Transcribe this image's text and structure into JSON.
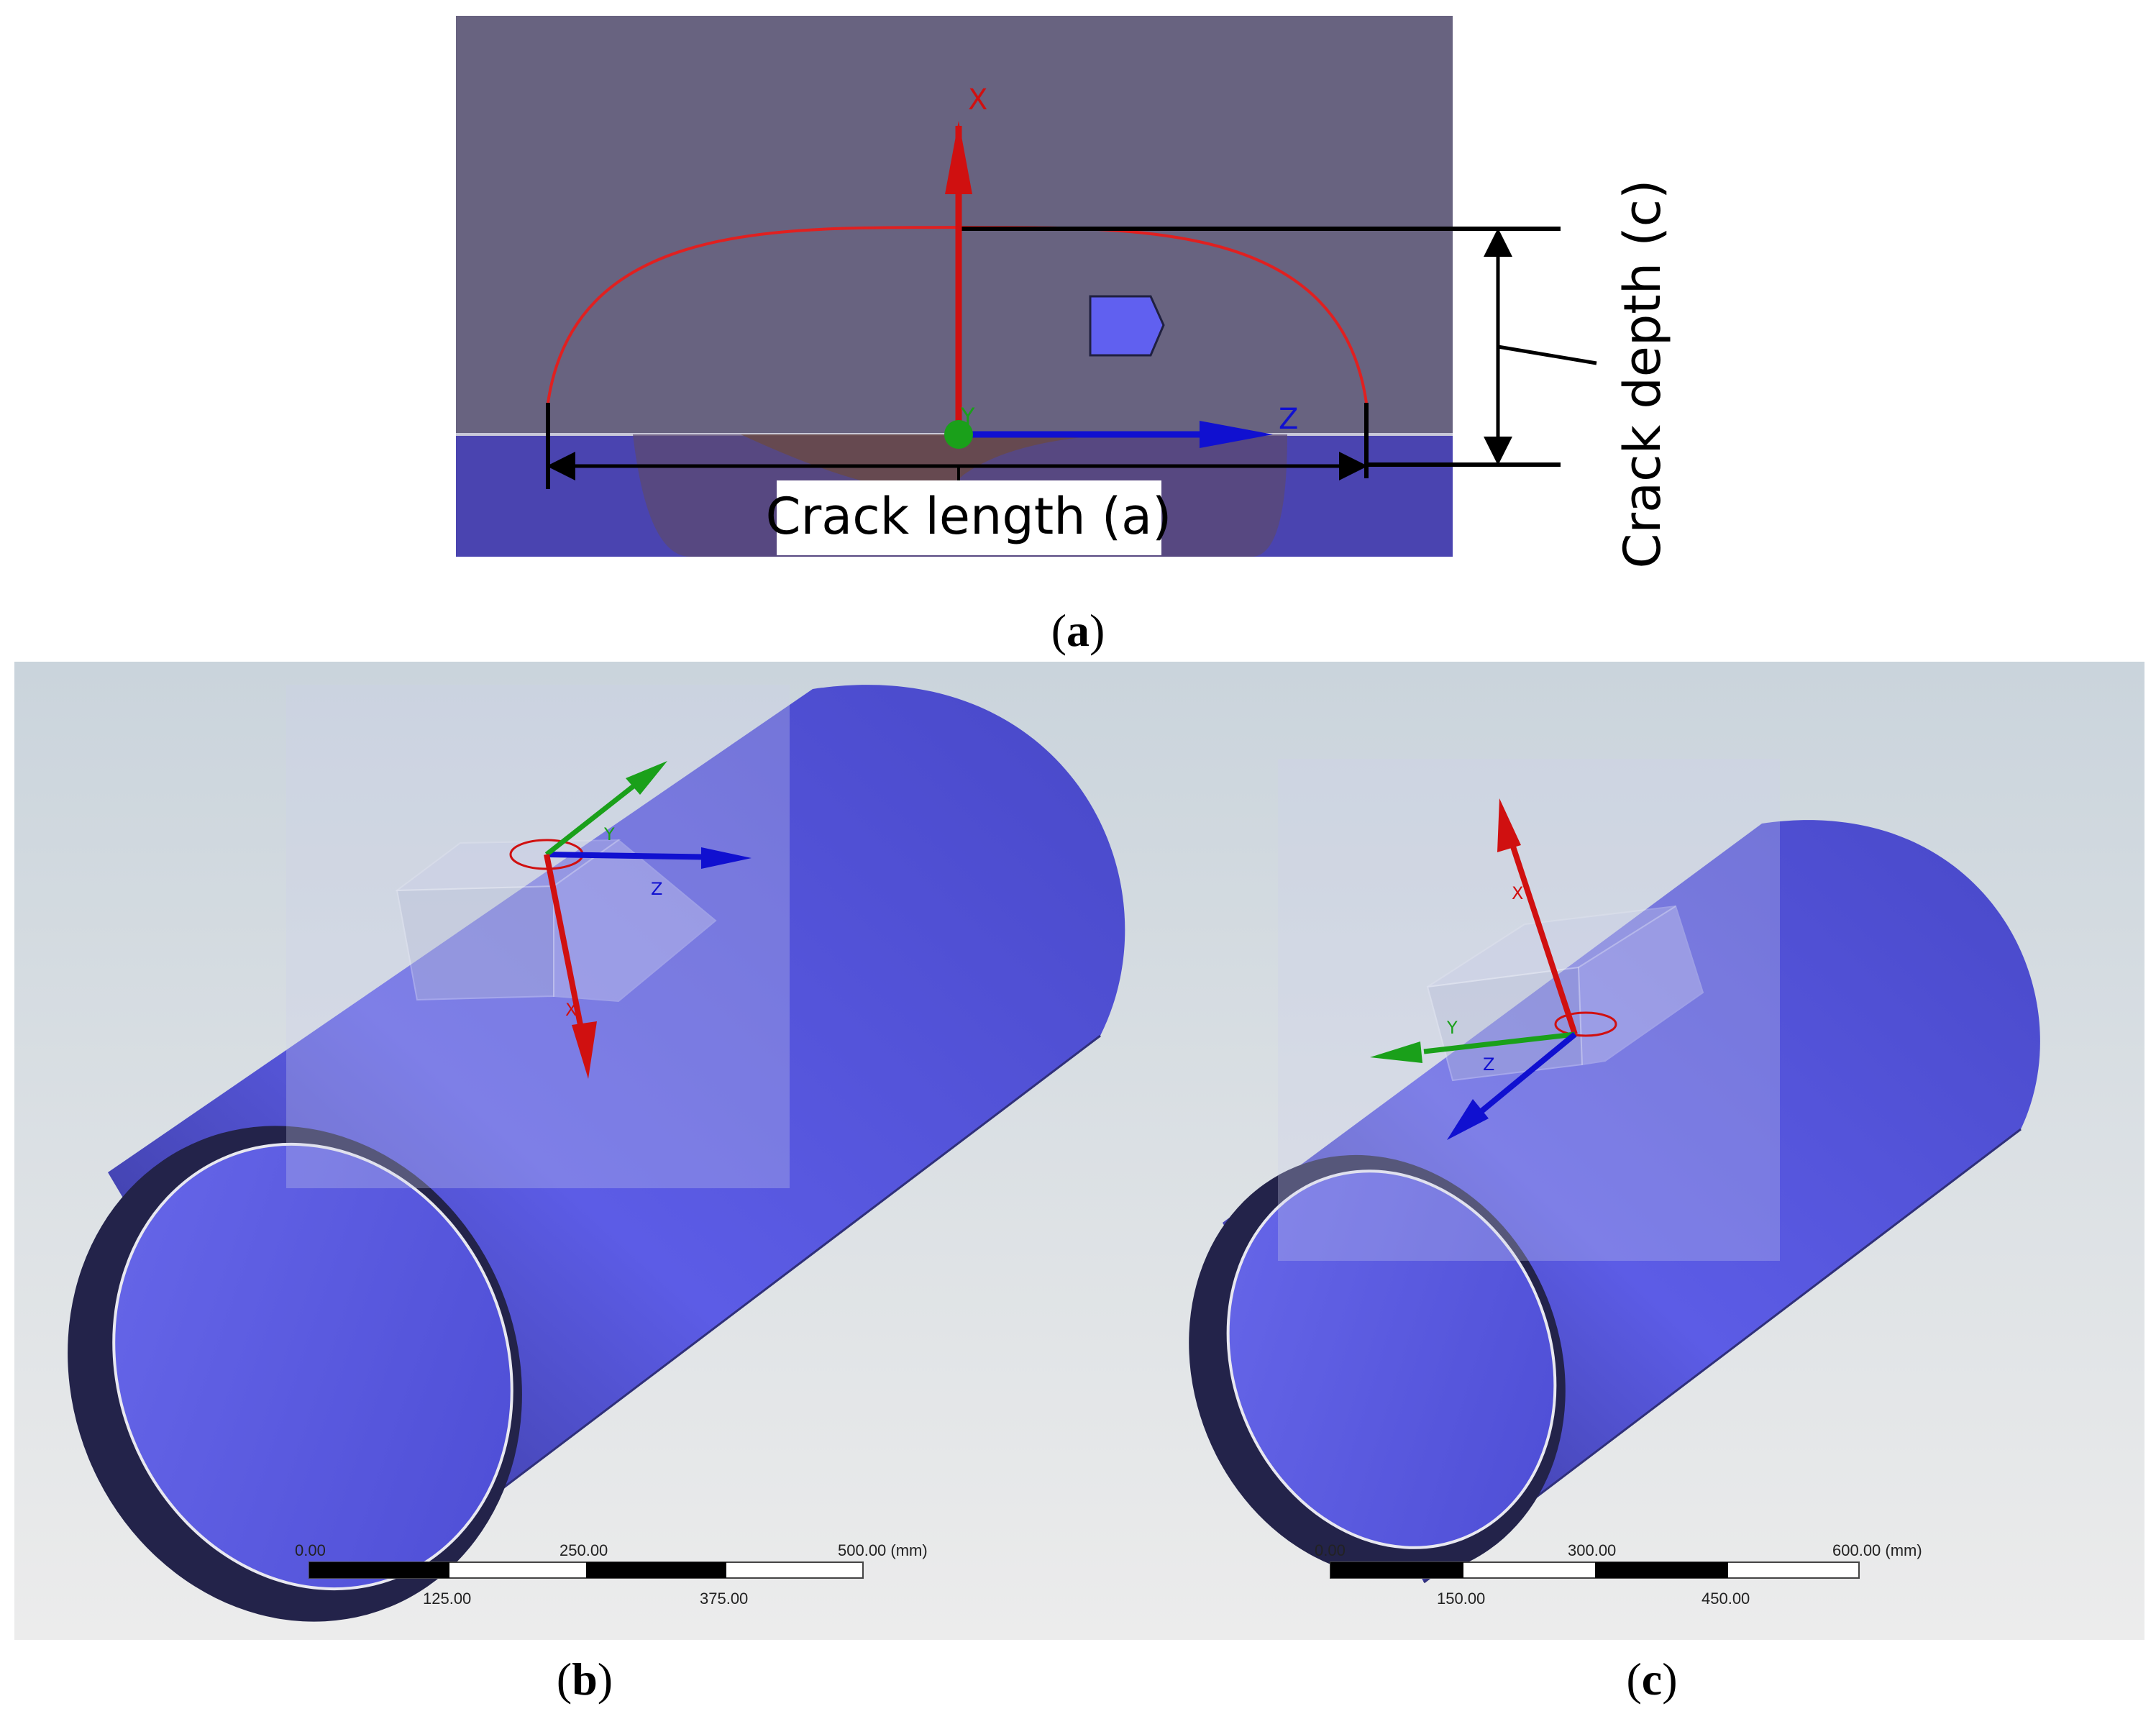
{
  "panel_a": {
    "axis_x": "X",
    "axis_y": "Y",
    "axis_z": "Z",
    "crack_length_label": "Crack length (a)",
    "crack_depth_label": "Crack depth (c)",
    "caption": "a"
  },
  "panel_b": {
    "axis_x": "X",
    "axis_y": "Y",
    "axis_z": "Z",
    "scale_top": [
      "0.00",
      "250.00",
      "500.00 (mm)"
    ],
    "scale_bottom": [
      "125.00",
      "375.00"
    ],
    "caption": "b"
  },
  "panel_c": {
    "axis_x": "X",
    "axis_y": "Y",
    "axis_z": "Z",
    "scale_top": [
      "0.00",
      "300.00",
      "600.00 (mm)"
    ],
    "scale_bottom": [
      "150.00",
      "450.00"
    ],
    "caption": "c"
  },
  "colors": {
    "pipe": "#5a5ae0",
    "pipe_edge": "#23234a",
    "plate": "#686380",
    "plate_lower": "#4a44b0",
    "axis_x": "#d01010",
    "axis_y": "#1aa01a",
    "axis_z": "#1010d0",
    "crack_front": "#e02020"
  }
}
